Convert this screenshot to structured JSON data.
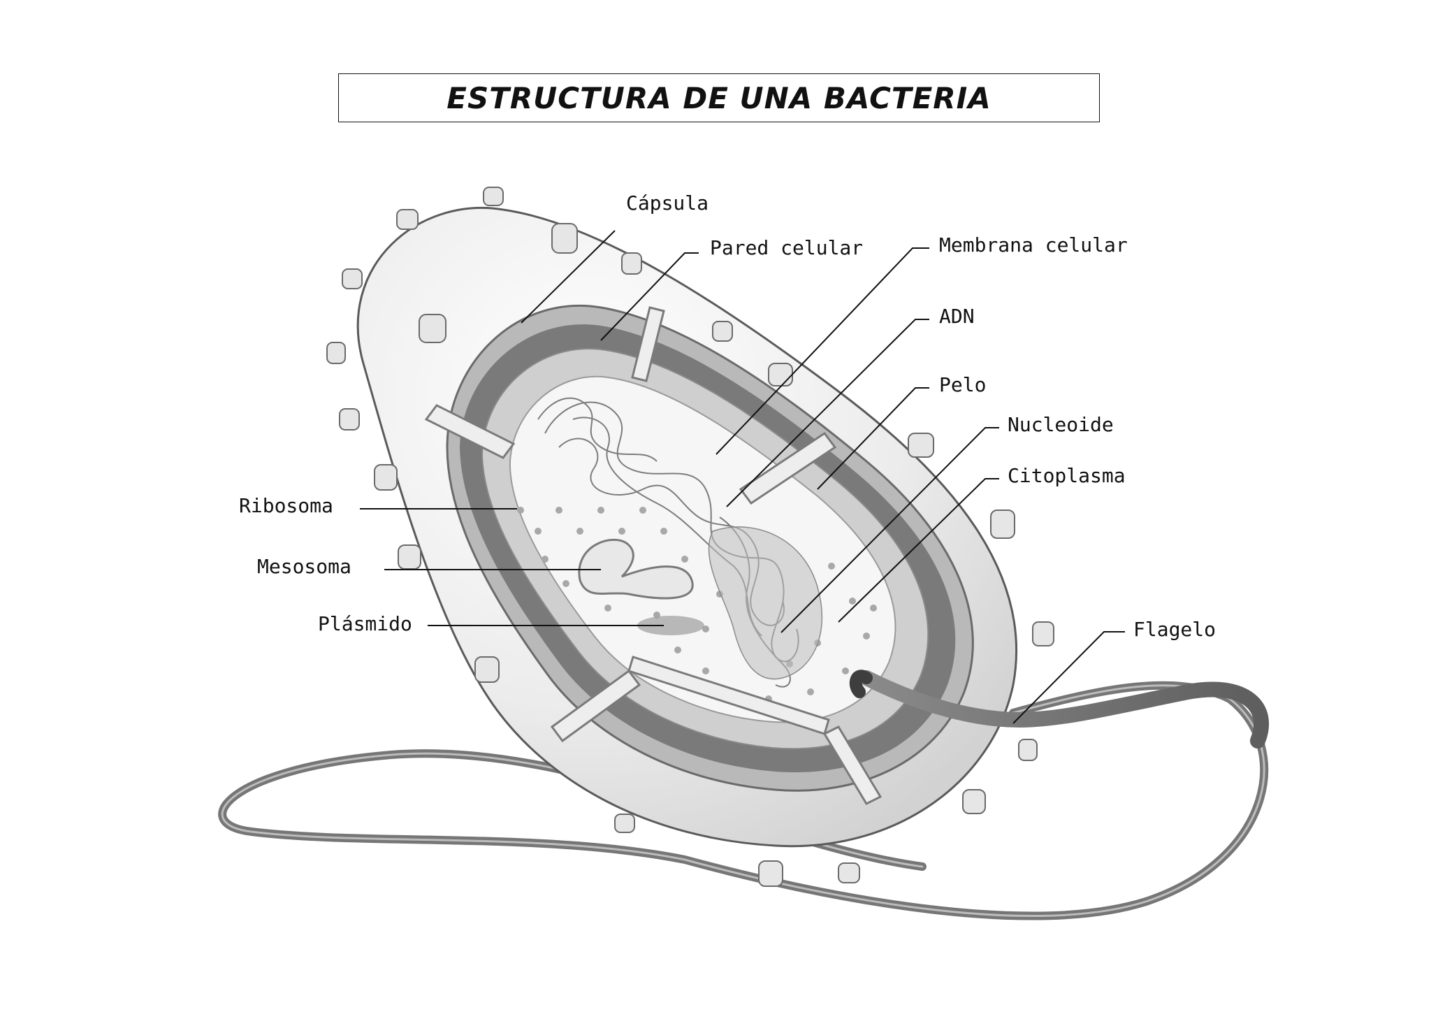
{
  "title": "ESTRUCTURA DE UNA BACTERIA",
  "labels": {
    "capsula": "Cápsula",
    "pared_celular": "Pared celular",
    "membrana_celular": "Membrana celular",
    "adn": "ADN",
    "pelo": "Pelo",
    "nucleoide": "Nucleoide",
    "citoplasma": "Citoplasma",
    "ribosoma": "Ribosoma",
    "mesosoma": "Mesosoma",
    "plasmido": "Plásmido",
    "flagelo": "Flagelo"
  },
  "colors": {
    "capsule_fill": "#ececec",
    "wall_dark": "#7a7a7a",
    "membrane": "#bdbdbd",
    "cytoplasm": "#f7f7f7",
    "dna": "#9a9a9a",
    "flagellum": "#6e6e6e",
    "ink": "#111111"
  }
}
